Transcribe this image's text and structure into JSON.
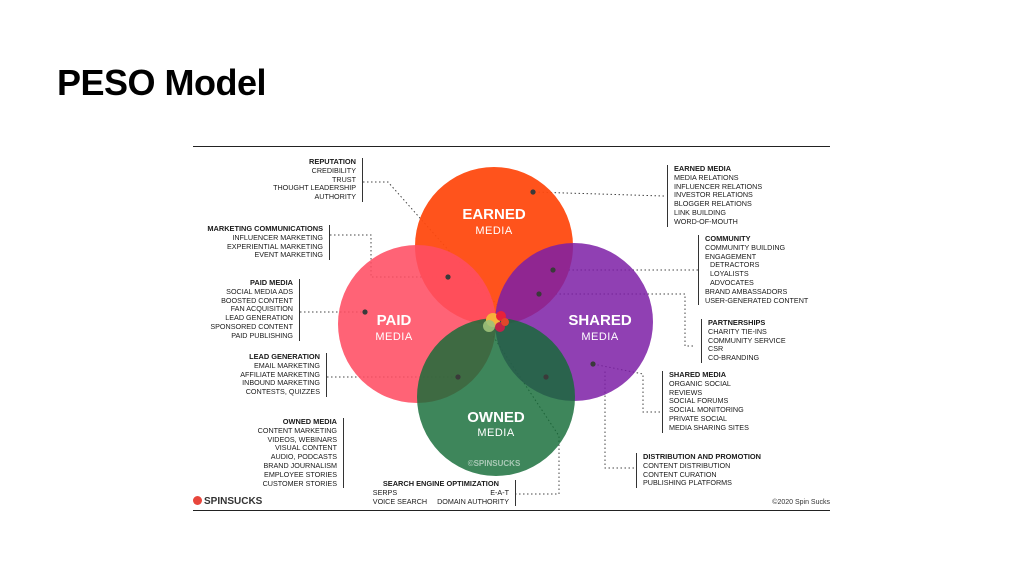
{
  "slide": {
    "title": "PESO Model"
  },
  "circles": {
    "earned": {
      "title": "EARNED",
      "subtitle": "MEDIA",
      "color": "#ff4a10"
    },
    "paid": {
      "title": "PAID",
      "subtitle": "MEDIA",
      "color": "#ff4d63"
    },
    "shared": {
      "title": "SHARED",
      "subtitle": "MEDIA",
      "color": "#7d1fa6"
    },
    "owned": {
      "title": "OWNED",
      "subtitle": "MEDIA",
      "color": "#136b37"
    }
  },
  "watermark": "©SPINSUCKS",
  "left_groups": [
    {
      "heading": "REPUTATION",
      "items": [
        "CREDIBILITY",
        "TRUST",
        "THOUGHT LEADERSHIP",
        "AUTHORITY"
      ]
    },
    {
      "heading": "MARKETING COMMUNICATIONS",
      "items": [
        "INFLUENCER MARKETING",
        "EXPERIENTIAL MARKETING",
        "EVENT MARKETING"
      ]
    },
    {
      "heading": "PAID MEDIA",
      "items": [
        "SOCIAL MEDIA ADS",
        "BOOSTED CONTENT",
        "FAN ACQUISITION",
        "LEAD GENERATION",
        "SPONSORED CONTENT",
        "PAID PUBLISHING"
      ]
    },
    {
      "heading": "LEAD GENERATION",
      "items": [
        "EMAIL MARKETING",
        "AFFILIATE MARKETING",
        "INBOUND MARKETING",
        "CONTESTS, QUIZZES"
      ]
    },
    {
      "heading": "OWNED MEDIA",
      "items": [
        "CONTENT MARKETING",
        "VIDEOS, WEBINARS",
        "VISUAL CONTENT",
        "AUDIO, PODCASTS",
        "BRAND JOURNALISM",
        "EMPLOYEE STORIES",
        "CUSTOMER STORIES"
      ]
    }
  ],
  "right_groups": [
    {
      "heading": "EARNED MEDIA",
      "items": [
        "MEDIA RELATIONS",
        "INFLUENCER RELATIONS",
        "INVESTOR RELATIONS",
        "BLOGGER RELATIONS",
        "LINK BUILDING",
        "WORD-OF-MOUTH"
      ]
    },
    {
      "heading": "COMMUNITY",
      "items": [
        "COMMUNITY BUILDING",
        "ENGAGEMENT",
        "DETRACTORS",
        "LOYALISTS",
        "ADVOCATES",
        "BRAND AMBASSADORS",
        "USER-GENERATED CONTENT"
      ]
    },
    {
      "heading": "PARTNERSHIPS",
      "items": [
        "CHARITY TIE-INS",
        "COMMUNITY SERVICE",
        "CSR",
        "CO-BRANDING"
      ]
    },
    {
      "heading": "SHARED MEDIA",
      "items": [
        "ORGANIC SOCIAL",
        "REVIEWS",
        "SOCIAL FORUMS",
        "SOCIAL MONITORING",
        "PRIVATE SOCIAL",
        "MEDIA SHARING SITES"
      ]
    },
    {
      "heading": "DISTRIBUTION AND PROMOTION",
      "items": [
        "CONTENT DISTRIBUTION",
        "CONTENT CURATION",
        "PUBLISHING PLATFORMS"
      ]
    }
  ],
  "seo_group": {
    "heading": "SEARCH ENGINE OPTIMIZATION",
    "rows": [
      [
        "SERPS",
        "E-A-T"
      ],
      [
        "VOICE SEARCH",
        "DOMAIN AUTHORITY"
      ]
    ]
  },
  "footer": {
    "logo_text": "SPINSUCKS",
    "copyright": "©2020 Spin Sucks"
  }
}
